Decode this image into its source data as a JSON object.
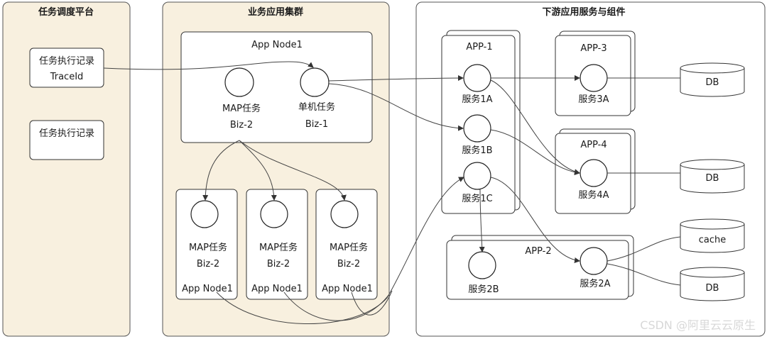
{
  "panels": {
    "scheduler": {
      "title": "任务调度平台"
    },
    "biz_cluster": {
      "title": "业务应用集群"
    },
    "downstream": {
      "title": "下游应用服务与组件"
    }
  },
  "scheduler": {
    "record1_line1": "任务执行记录",
    "record1_line2": "TraceId",
    "record2": "任务执行记录"
  },
  "biz": {
    "main_node": {
      "label": "App Node1",
      "map_line1": "MAP任务",
      "map_line2": "Biz-2",
      "single_line1": "单机任务",
      "single_line2": "Biz-1"
    },
    "sub_nodes": [
      {
        "line1": "MAP任务",
        "line2": "Biz-2",
        "node": "App Node1"
      },
      {
        "line1": "MAP任务",
        "line2": "Biz-2",
        "node": "App Node1"
      },
      {
        "line1": "MAP任务",
        "line2": "Biz-2",
        "node": "App Node1"
      }
    ]
  },
  "downstream": {
    "app1": {
      "label": "APP-1",
      "s1a": "服务1A",
      "s1b": "服务1B",
      "s1c": "服务1C"
    },
    "app2": {
      "label": "APP-2",
      "s2a": "服务2A",
      "s2b": "服务2B"
    },
    "app3": {
      "label": "APP-3",
      "s3a": "服务3A"
    },
    "app4": {
      "label": "APP-4",
      "s4a": "服务4A"
    },
    "stores": {
      "db1": "DB",
      "db2": "DB",
      "cache": "cache",
      "db3": "DB"
    }
  },
  "watermark": "CSDN @阿里云云原生"
}
